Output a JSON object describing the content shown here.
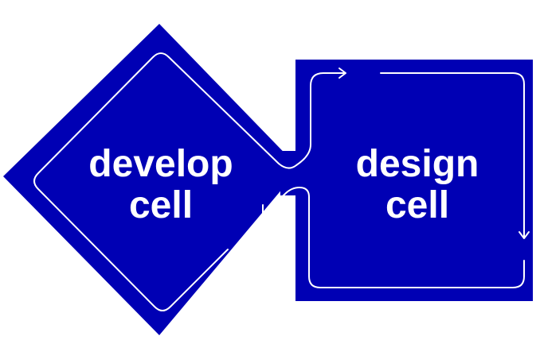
{
  "colors": {
    "background": "#ffffff",
    "shape_fill": "#0000b4",
    "flow_line": "#ffffff"
  },
  "develop_cell": {
    "shape": "diamond",
    "label_line1": "develop",
    "label_line2": "cell"
  },
  "design_cell": {
    "shape": "square",
    "label_line1": "design",
    "label_line2": "cell"
  },
  "flow": {
    "direction": "clockwise loop through both cells",
    "icons": [
      "arrow-right-icon",
      "arrow-down-icon",
      "arrow-down-left-icon"
    ]
  }
}
